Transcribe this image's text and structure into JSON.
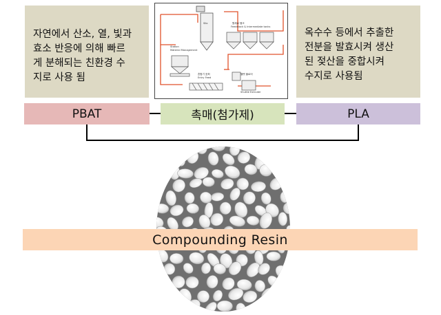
{
  "left_description": "자연에서 산소, 열, 빛과\n효소 반응에 의해 빠르\n게 분해되는 친환경 수\n지로 사용 됨",
  "right_description": "옥수수 등에서 추출한\n전분을 발효시켜 생산\n된 젖산을 중합시켜\n수지로 사용됨",
  "pbat_label": "PBAT",
  "catalyst_label": "촉매(첨가제)",
  "pla_label": "PLA",
  "resin_label": "Compounding  Resin",
  "colors": {
    "description_bg": "#ddd9c4",
    "pbat": "#e6b8b7",
    "catalyst": "#d7e4bc",
    "pla": "#ccc0da",
    "resin": "#fcd5b5"
  }
}
